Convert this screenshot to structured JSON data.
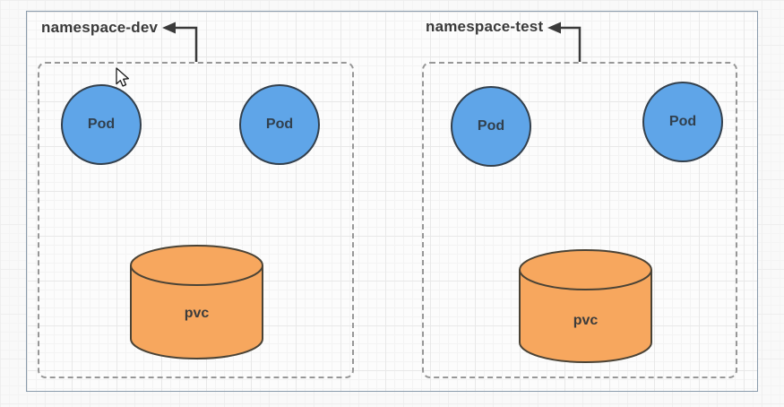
{
  "diagram": {
    "namespaces": [
      {
        "label": "namespace-dev",
        "pods": [
          {
            "label": "Pod"
          },
          {
            "label": "Pod"
          }
        ],
        "pvc": {
          "label": "pvc"
        }
      },
      {
        "label": "namespace-test",
        "pods": [
          {
            "label": "Pod"
          },
          {
            "label": "Pod"
          }
        ],
        "pvc": {
          "label": "pvc"
        }
      }
    ]
  },
  "colors": {
    "pod_fill": "#5fa5e8",
    "pod_stroke": "#33404d",
    "pod_text": "#31404e",
    "pvc_fill": "#f7a75e",
    "pvc_stroke": "#4a4336",
    "pvc_text": "#3c3c3c",
    "namespace_label": "#3a3a3a",
    "dashed_border": "#979797",
    "arrow": "#3a3a3a",
    "page_border": "#8a9bac"
  }
}
